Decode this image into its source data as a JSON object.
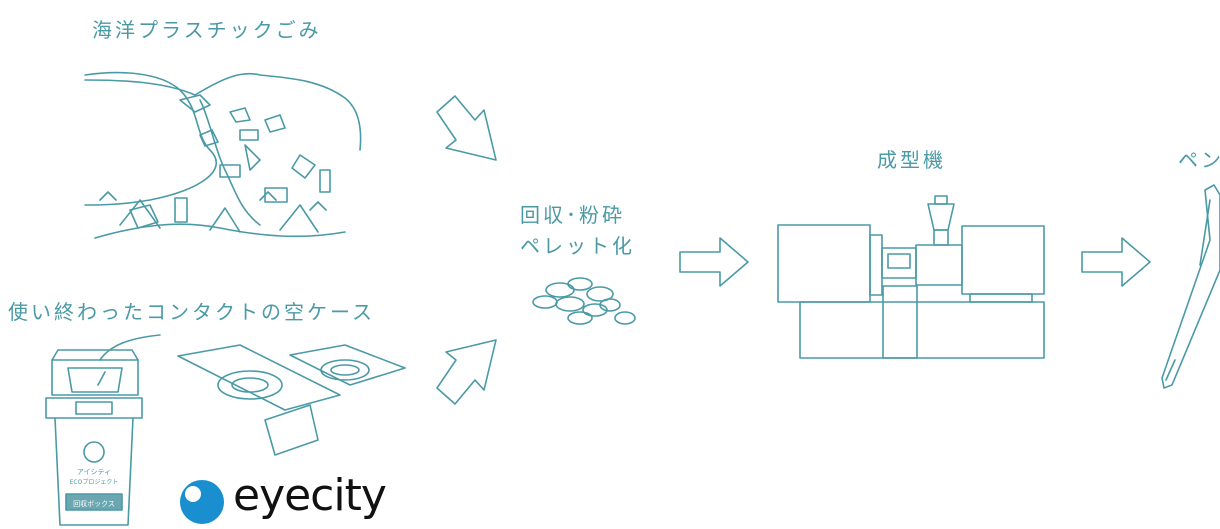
{
  "labels": {
    "ocean_waste": "海洋プラスチックごみ",
    "contact_cases": "使い終わったコンタクトの空ケース",
    "collect_crush_1": "回収･粉砕",
    "collect_crush_2": "ペレット化",
    "molding_machine": "成型機",
    "pen": "ペン"
  },
  "logo": {
    "text": "eyecity"
  },
  "bin": {
    "project_line1": "アイシティ",
    "project_line2": "ECOプロジェクト",
    "box_label": "回収ボックス"
  },
  "colors": {
    "line": "#4a9aa6",
    "logo_blue": "#1a8fd0",
    "logo_text": "#111111"
  }
}
